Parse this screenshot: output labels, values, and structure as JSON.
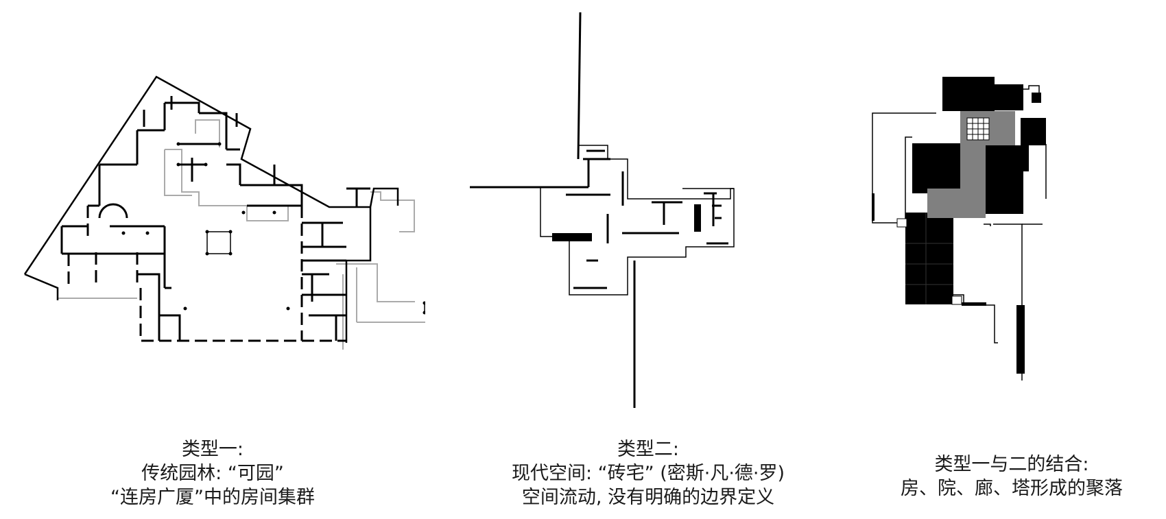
{
  "types": [
    {
      "title": "类型一:",
      "lines": [
        "传统园林: “可园”",
        "“连房广厦”中的房间集群"
      ]
    },
    {
      "title": "类型二:",
      "lines": [
        "现代空间: “砖宅” (密斯·凡·德·罗)",
        "空间流动, 没有明确的边界定义"
      ]
    },
    {
      "title": "类型一与二的结合:",
      "lines": [
        "房、院、廊、塔形成的聚落"
      ]
    }
  ]
}
